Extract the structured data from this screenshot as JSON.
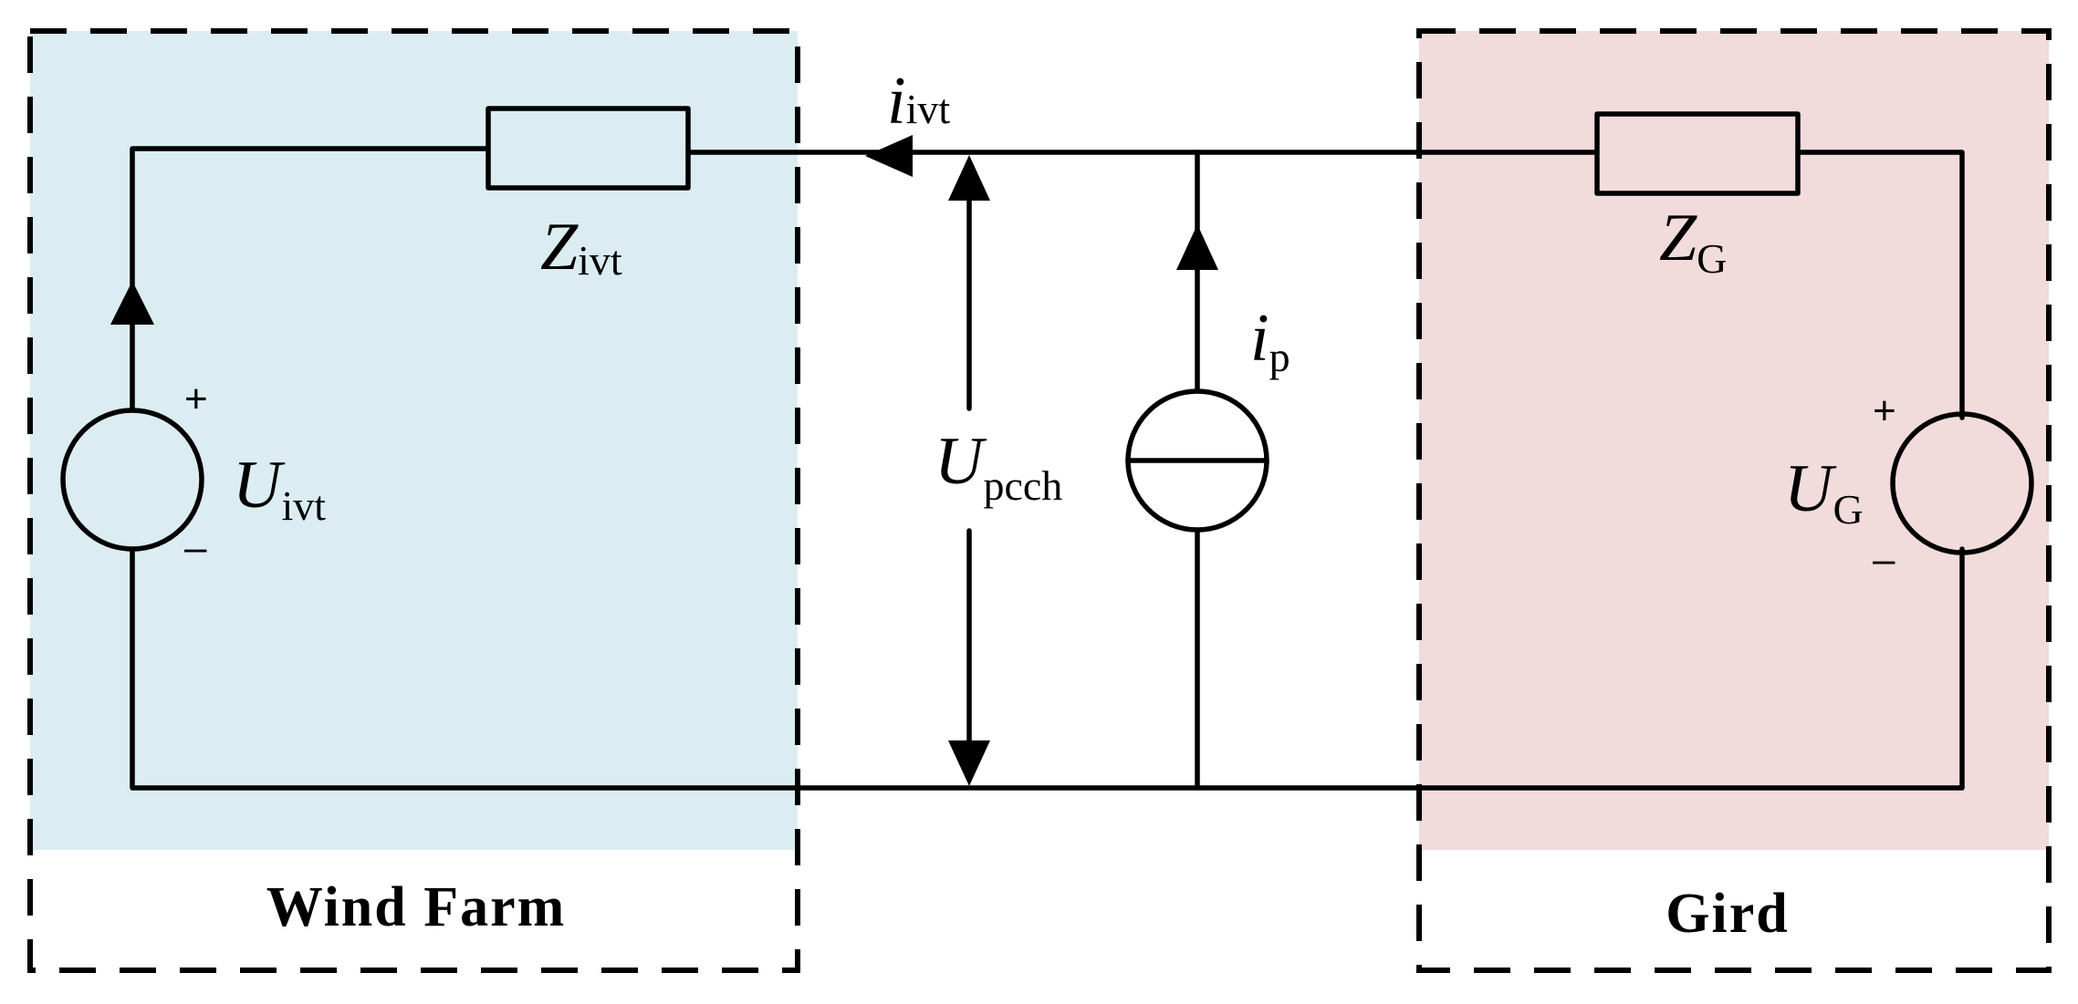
{
  "colors": {
    "wind_farm_fill": "#dbedf2",
    "grid_fill": "#f1dbdb",
    "current_source_fill": "#e7f0dc",
    "line": "#000000"
  },
  "regions": {
    "wind_farm": {
      "title": "Wind Farm"
    },
    "grid": {
      "title": "Gird"
    }
  },
  "labels": {
    "i_ivt": {
      "main": "i",
      "sub": "ivt"
    },
    "z_ivt": {
      "main": "Z",
      "sub": "ivt"
    },
    "u_ivt": {
      "main": "U",
      "sub": "ivt"
    },
    "u_pcch": {
      "main": "U",
      "sub": "pcch"
    },
    "i_p": {
      "main": "i",
      "sub": "p"
    },
    "z_g": {
      "main": "Z",
      "sub": "G"
    },
    "u_g": {
      "main": "U",
      "sub": "G"
    }
  },
  "signs": {
    "u_ivt_plus": "+",
    "u_ivt_minus": "–",
    "u_g_plus": "+",
    "u_g_minus": "–"
  },
  "icons": {
    "voltage_source": "voltage-source-icon",
    "current_source": "current-source-icon",
    "impedance": "impedance-icon",
    "arrow": "arrow-icon"
  }
}
